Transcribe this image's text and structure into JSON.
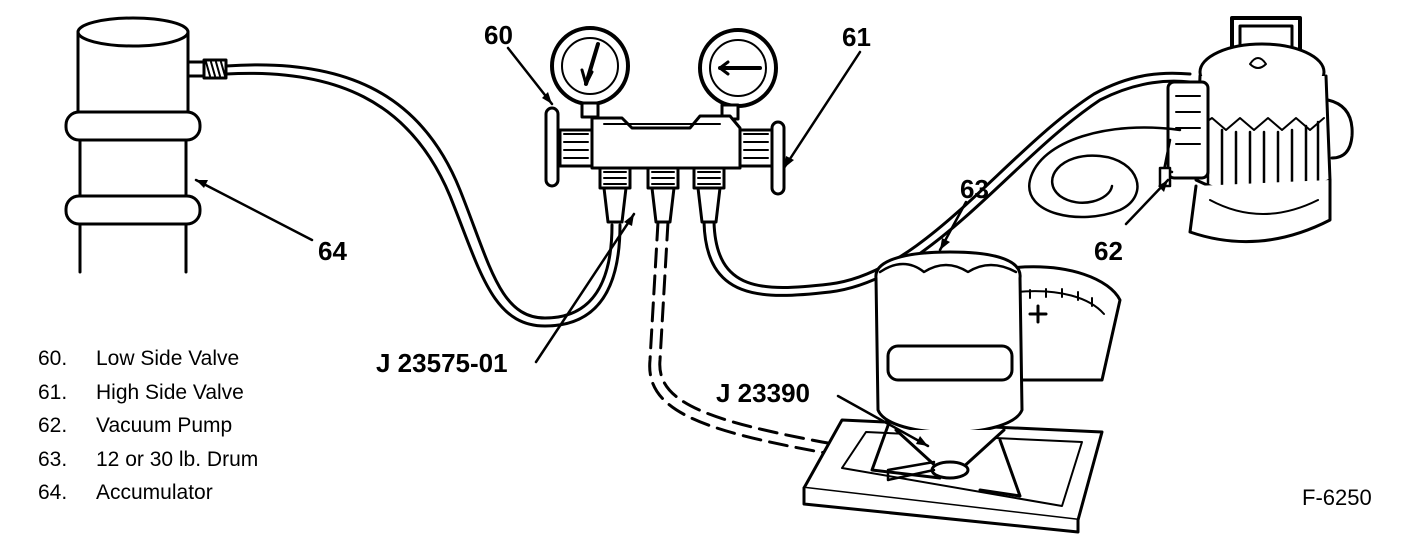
{
  "callouts": {
    "c60": "60",
    "c61": "61",
    "c62": "62",
    "c63": "63",
    "c64": "64",
    "manifold_tool": "J 23575-01",
    "scale_tool": "J 23390"
  },
  "legend": [
    {
      "number": "60.",
      "label": "Low Side Valve"
    },
    {
      "number": "61.",
      "label": "High Side Valve"
    },
    {
      "number": "62.",
      "label": "Vacuum Pump"
    },
    {
      "number": "63.",
      "label": "12 or 30 lb. Drum"
    },
    {
      "number": "64.",
      "label": "Accumulator"
    }
  ],
  "figure_id": "F-6250",
  "colors": {
    "ink": "#000000",
    "paper": "#ffffff"
  }
}
